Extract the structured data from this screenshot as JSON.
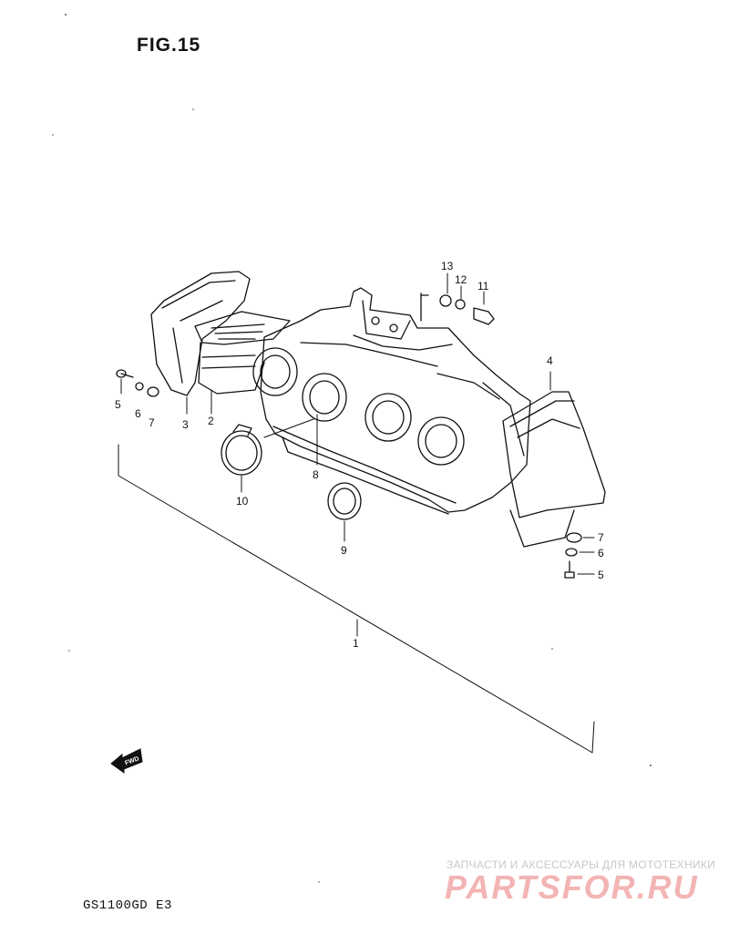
{
  "figure": {
    "title": "FIG.15"
  },
  "callouts": {
    "p1": "1",
    "p2": "2",
    "p3": "3",
    "p4": "4",
    "p5_left": "5",
    "p6_left": "6",
    "p7_left": "7",
    "p5_right": "5",
    "p6_right": "6",
    "p7_right": "7",
    "p8": "8",
    "p9": "9",
    "p10": "10",
    "p11": "11",
    "p12": "12",
    "p13": "13"
  },
  "fwd_label": "FWD",
  "model": "GS1100GD E3",
  "watermark": {
    "tagline": "ЗАПЧАСТИ И АКСЕССУАРЫ ДЛЯ МОТОТЕХНИКИ",
    "logo": "PARTSFOR.RU"
  },
  "colors": {
    "ink": "#111111",
    "watermark_red": "#f3b4b4",
    "watermark_gray": "#c8c8c8"
  }
}
